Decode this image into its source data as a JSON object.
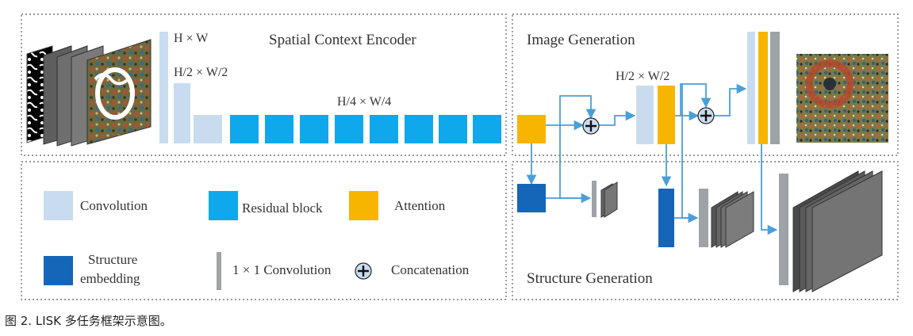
{
  "panels": {
    "encoder_title": "Spatial Context Encoder",
    "image_gen_title": "Image Generation",
    "structure_gen_title": "Structure Generation"
  },
  "dims": {
    "full": "H × W",
    "half": "H/2 × W/2",
    "quarter": "H/4 × W/4",
    "half_right": "H/2 × W/2"
  },
  "legend": {
    "convolution": "Convolution",
    "residual": "Residual block",
    "attention": "Attention",
    "structure_line1": "Structure",
    "structure_line2": "embedding",
    "conv1x1": "1 × 1 Convolution",
    "concat": "Concatenation"
  },
  "caption": "图 2. LISK 多任务框架示意图。",
  "colors": {
    "convolution": "#c9dcef",
    "residual": "#0fa8ec",
    "attention": "#f7b500",
    "structure": "#1565b8",
    "conv1x1": "#9ea3a8",
    "arrow": "#4a9fd8",
    "border": "#777777"
  }
}
